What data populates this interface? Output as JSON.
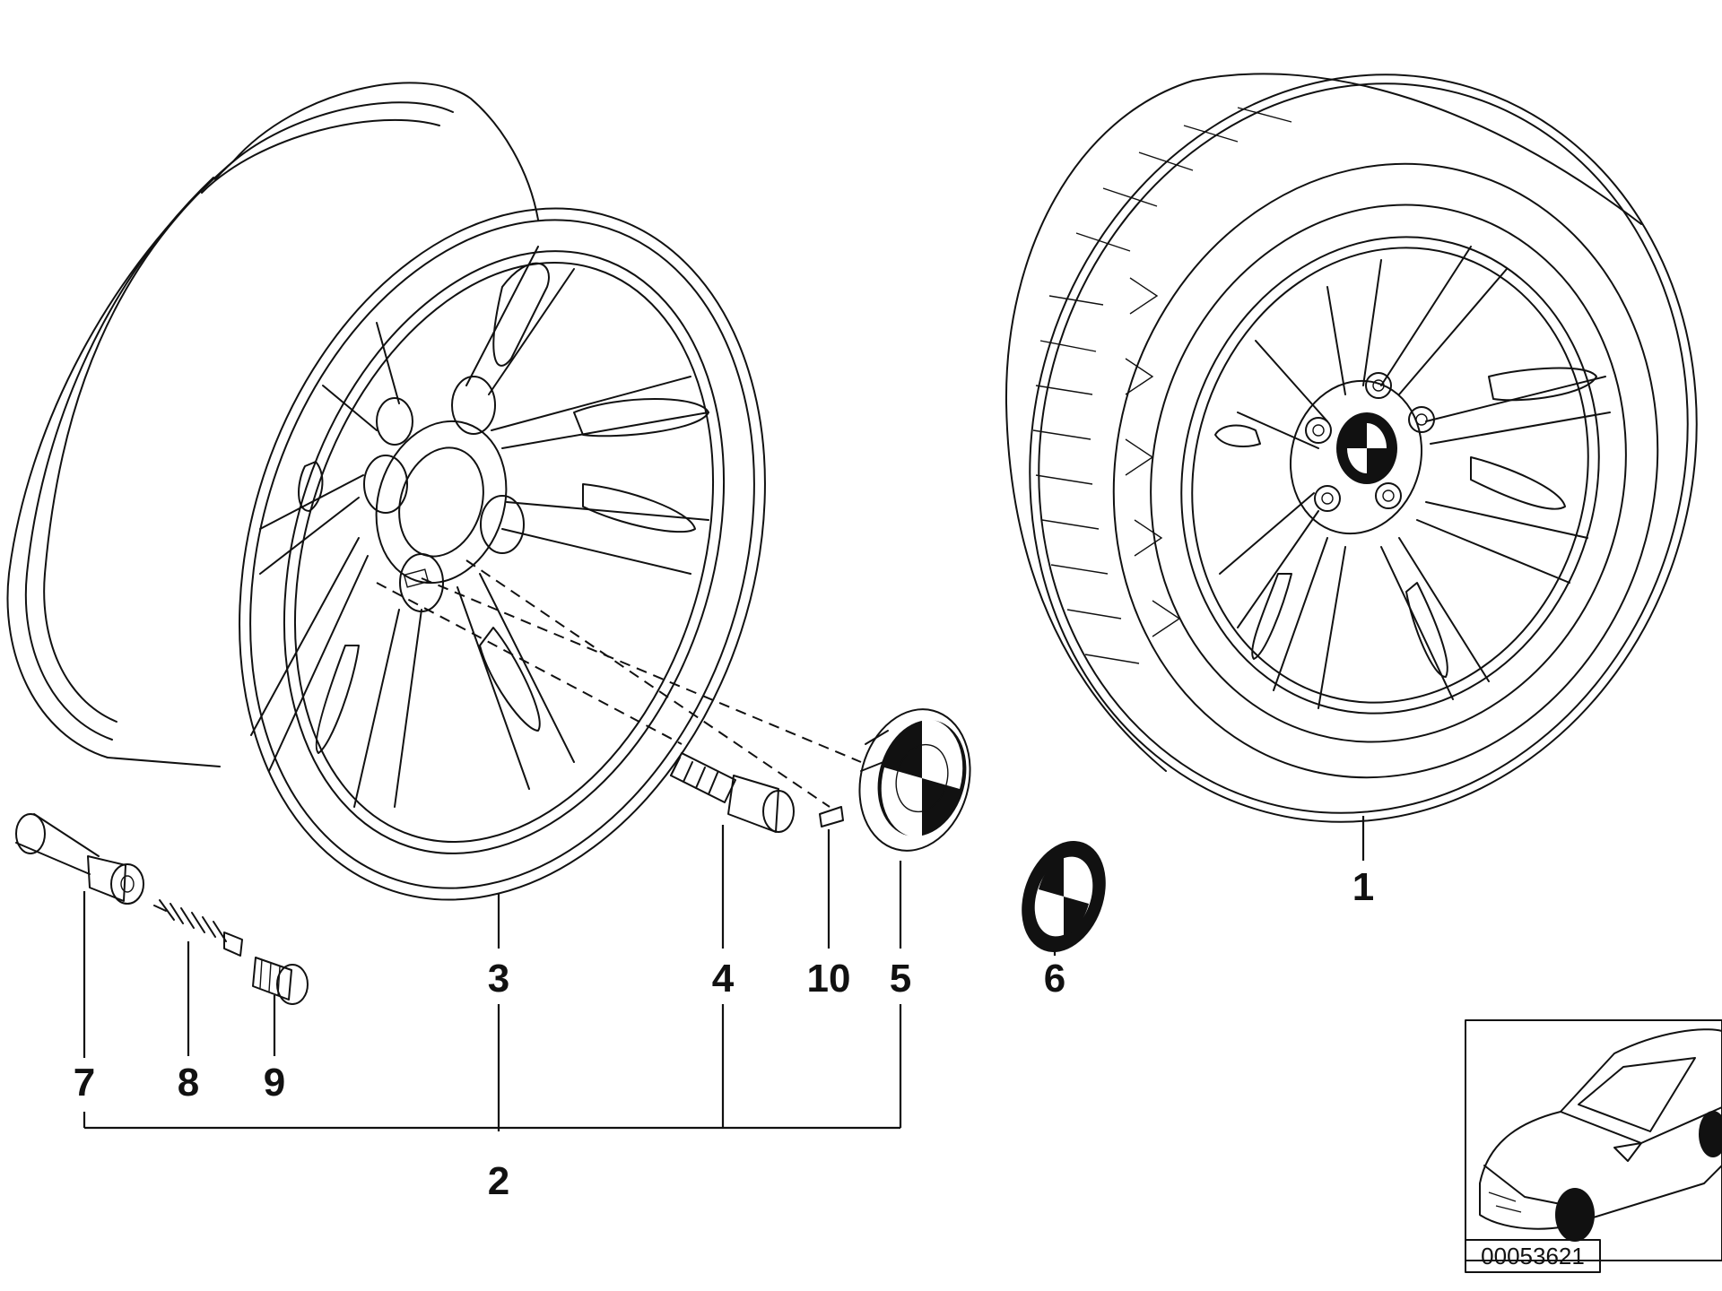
{
  "callouts": {
    "c1": "1",
    "c2": "2",
    "c3": "3",
    "c4": "4",
    "c5": "5",
    "c6": "6",
    "c7": "7",
    "c8": "8",
    "c9": "9",
    "c10": "10"
  },
  "reference_number": "00053621",
  "colors": {
    "ink": "#111111",
    "background": "#ffffff"
  },
  "icons": {
    "rim": "rim-drawing",
    "complete_wheel": "wheel-with-tire-drawing",
    "car": "car-silhouette-drawing"
  }
}
